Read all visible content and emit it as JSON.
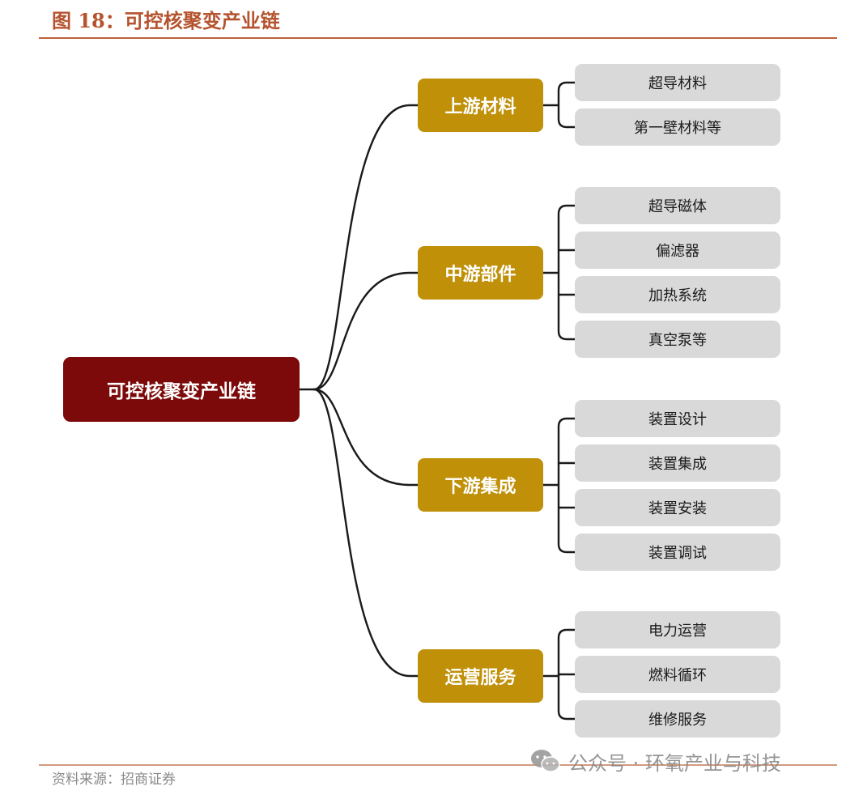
{
  "figure_title": "图 18：可控核聚变产业链",
  "root": {
    "label": "可控核聚变产业链"
  },
  "categories": [
    {
      "label": "上游材料",
      "items": [
        "超导材料",
        "第一壁材料等"
      ]
    },
    {
      "label": "中游部件",
      "items": [
        "超导磁体",
        "偏滤器",
        "加热系统",
        "真空泵等"
      ]
    },
    {
      "label": "下游集成",
      "items": [
        "装置设计",
        "装置集成",
        "装置安装",
        "装置调试"
      ]
    },
    {
      "label": "运营服务",
      "items": [
        "电力运营",
        "燃料循环",
        "维修服务"
      ]
    }
  ],
  "source": "资料来源：招商证券",
  "watermark": {
    "text": "公众号 · 环氧产业与科技",
    "icon": "wechat-icon"
  },
  "colors": {
    "root_fill": "#7c0a0a",
    "category_fill": "#bf9008",
    "leaf_fill": "#d9d9d9",
    "title_text": "#b5532e",
    "rule": "#c2603a",
    "connector": "#1a1a1a"
  }
}
